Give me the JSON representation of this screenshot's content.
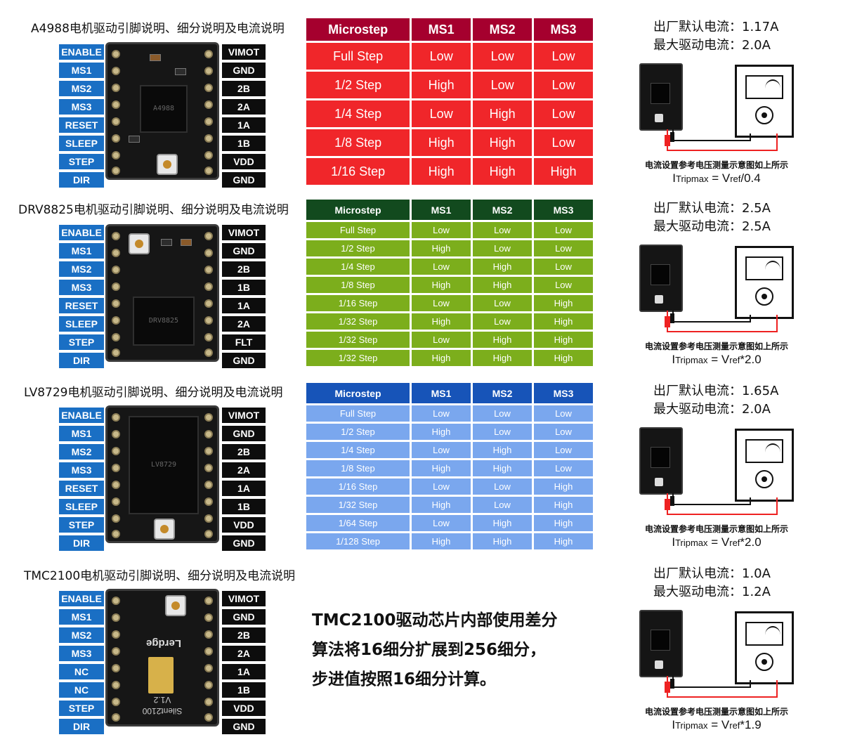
{
  "sections": [
    {
      "title": "A4988电机驱动引脚说明、细分说明及电流说明",
      "left_pins": [
        "ENABLE",
        "MS1",
        "MS2",
        "MS3",
        "RESET",
        "SLEEP",
        "STEP",
        "DIR"
      ],
      "right_pins": [
        "VIMOT",
        "GND",
        "2B",
        "2A",
        "1A",
        "1B",
        "VDD",
        "GND"
      ],
      "current_default": "出厂默认电流：1.17A",
      "current_max": "最大驱动电流：2.0A",
      "note": "电流设置参考电压测量示意图如上所示",
      "formula_lead": "I",
      "formula_sub1": "Tripmax",
      "formula_eq": " = V",
      "formula_sub2": "ref",
      "formula_tail": "/0.4",
      "table": {
        "header": [
          "Microstep",
          "MS1",
          "MS2",
          "MS3"
        ],
        "rows": [
          [
            "Full Step",
            "Low",
            "Low",
            "Low"
          ],
          [
            "1/2 Step",
            "High",
            "Low",
            "Low"
          ],
          [
            "1/4 Step",
            "Low",
            "High",
            "Low"
          ],
          [
            "1/8 Step",
            "High",
            "High",
            "Low"
          ],
          [
            "1/16 Step",
            "High",
            "High",
            "High"
          ]
        ],
        "header_color": "#a5002e",
        "row_color": "#f0262a"
      }
    },
    {
      "title": "DRV8825电机驱动引脚说明、细分说明及电流说明",
      "left_pins": [
        "ENABLE",
        "MS1",
        "MS2",
        "MS3",
        "RESET",
        "SLEEP",
        "STEP",
        "DIR"
      ],
      "right_pins": [
        "VIMOT",
        "GND",
        "2B",
        "1B",
        "1A",
        "2A",
        "FLT",
        "GND"
      ],
      "current_default": "出厂默认电流：2.5A",
      "current_max": "最大驱动电流：2.5A",
      "note": "电流设置参考电压测量示意图如上所示",
      "formula_lead": "I",
      "formula_sub1": "Tripmax",
      "formula_eq": " = V",
      "formula_sub2": "ref",
      "formula_tail": "*2.0",
      "table": {
        "header": [
          "Microstep",
          "MS1",
          "MS2",
          "MS3"
        ],
        "rows": [
          [
            "Full Step",
            "Low",
            "Low",
            "Low"
          ],
          [
            "1/2 Step",
            "High",
            "Low",
            "Low"
          ],
          [
            "1/4 Step",
            "Low",
            "High",
            "Low"
          ],
          [
            "1/8 Step",
            "High",
            "High",
            "Low"
          ],
          [
            "1/16 Step",
            "Low",
            "Low",
            "High"
          ],
          [
            "1/32 Step",
            "High",
            "Low",
            "High"
          ],
          [
            "1/32 Step",
            "Low",
            "High",
            "High"
          ],
          [
            "1/32 Step",
            "High",
            "High",
            "High"
          ]
        ],
        "header_color": "#124a1e",
        "row_color": "#7cae1c"
      }
    },
    {
      "title": "LV8729电机驱动引脚说明、细分说明及电流说明",
      "left_pins": [
        "ENABLE",
        "MS1",
        "MS2",
        "MS3",
        "RESET",
        "SLEEP",
        "STEP",
        "DIR"
      ],
      "right_pins": [
        "VIMOT",
        "GND",
        "2B",
        "2A",
        "1A",
        "1B",
        "VDD",
        "GND"
      ],
      "current_default": "出厂默认电流：1.65A",
      "current_max": "最大驱动电流：2.0A",
      "note": "电流设置参考电压测量示意图如上所示",
      "formula_lead": "I",
      "formula_sub1": "Tripmax",
      "formula_eq": " = V",
      "formula_sub2": "ref",
      "formula_tail": "*2.0",
      "table": {
        "header": [
          "Microstep",
          "MS1",
          "MS2",
          "MS3"
        ],
        "rows": [
          [
            "Full Step",
            "Low",
            "Low",
            "Low"
          ],
          [
            "1/2 Step",
            "High",
            "Low",
            "Low"
          ],
          [
            "1/4 Step",
            "Low",
            "High",
            "Low"
          ],
          [
            "1/8 Step",
            "High",
            "High",
            "Low"
          ],
          [
            "1/16 Step",
            "Low",
            "Low",
            "High"
          ],
          [
            "1/32 Step",
            "High",
            "Low",
            "High"
          ],
          [
            "1/64 Step",
            "Low",
            "High",
            "High"
          ],
          [
            "1/128 Step",
            "High",
            "High",
            "High"
          ]
        ],
        "header_color": "#1754b8",
        "row_color": "#7aa7ee"
      }
    },
    {
      "title": "TMC2100电机驱动引脚说明、细分说明及电流说明",
      "left_pins": [
        "ENABLE",
        "MS1",
        "MS2",
        "MS3",
        "NC",
        "NC",
        "STEP",
        "DIR"
      ],
      "right_pins": [
        "VIMOT",
        "GND",
        "2B",
        "2A",
        "1A",
        "1B",
        "VDD",
        "GND"
      ],
      "current_default": "出厂默认电流：1.0A",
      "current_max": "最大驱动电流：1.2A",
      "note": "电流设置参考电压测量示意图如上所示",
      "formula_lead": "I",
      "formula_sub1": "Tripmax",
      "formula_eq": " = V",
      "formula_sub2": "ref",
      "formula_tail": "*1.9"
    }
  ],
  "tmc_note": [
    "TMC2100驱动芯片内部使用差分",
    "算法将16细分扩展到256细分，",
    "步进值按照16细分计算。"
  ],
  "board_labels": {
    "a4988_chip": "A4988",
    "drv_chip": "DRV8825",
    "lv_chip": "LV8729",
    "tmc_brand": "Lerdge",
    "tmc_model": "Silent2100",
    "tmc_version": "V1.2"
  }
}
